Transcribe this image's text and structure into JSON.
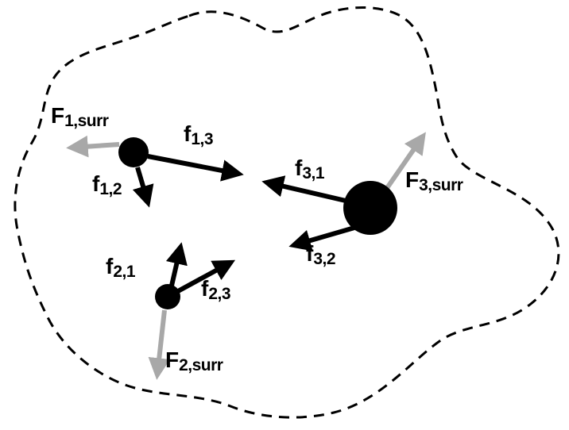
{
  "figure": {
    "title": "system-of-three-particles-forces-diagram",
    "colors": {
      "internal_force": "#000000",
      "external_force": "#a8a8a8",
      "boundary": "#000000",
      "particle": "#000000",
      "background": "#ffffff"
    },
    "particle_count": "3"
  },
  "labels": {
    "F1surr": {
      "main": "F",
      "sub": "1,surr"
    },
    "f13": {
      "main": "f",
      "sub": "1,3"
    },
    "f12": {
      "main": "f",
      "sub": "1,2"
    },
    "f31": {
      "main": "f",
      "sub": "3,1"
    },
    "F3surr": {
      "main": "F",
      "sub": "3,surr"
    },
    "f32": {
      "main": "f",
      "sub": "3,2"
    },
    "f21": {
      "main": "f",
      "sub": "2,1"
    },
    "f23": {
      "main": "f",
      "sub": "2,3"
    },
    "F2surr": {
      "main": "F",
      "sub": "2,surr"
    }
  }
}
